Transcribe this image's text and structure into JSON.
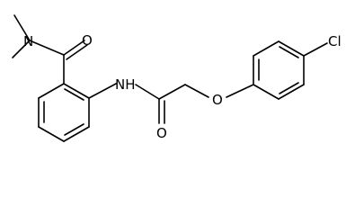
{
  "molecule": {
    "atoms": {
      "n_amide": "N",
      "o_amide": "O",
      "n_h": "NH",
      "o_carbonyl": "O",
      "o_ether": "O",
      "cl": "Cl"
    }
  }
}
